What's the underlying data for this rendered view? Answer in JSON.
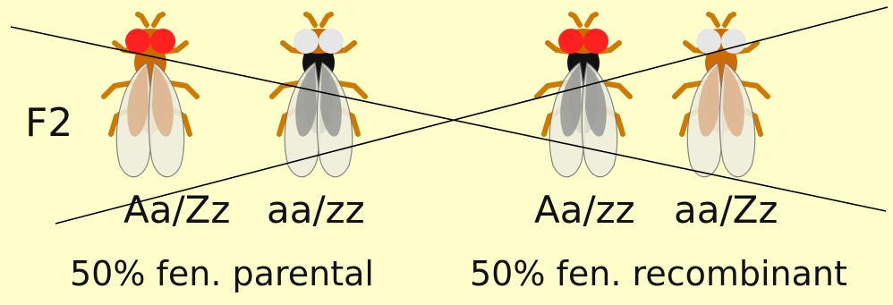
{
  "generation": "F2",
  "flies": [
    {
      "genotype": "Aa/Zz",
      "eyes": "red",
      "body": "tan",
      "wings": "tan"
    },
    {
      "genotype": "aa/zz",
      "eyes": "white",
      "body": "dark",
      "wings": "grey"
    },
    {
      "genotype": "Aa/zz",
      "eyes": "red",
      "body": "dark",
      "wings": "grey"
    },
    {
      "genotype": "aa/Zz",
      "eyes": "white",
      "body": "tan",
      "wings": "tan"
    }
  ],
  "groups": [
    {
      "label": "50% fen. parental"
    },
    {
      "label": "50% fen. recombinant"
    }
  ],
  "colors": {
    "background": "#ffffcc",
    "red_eye": "#ff2020",
    "white_eye": "#e6e6e6",
    "tan_body": "#cc6a00",
    "dark_body": "#111111",
    "leg": "#cc7a00",
    "tan_wing": "#d9a882",
    "grey_wing": "#8c8c8c",
    "clear_wing": "#eeeedd"
  }
}
